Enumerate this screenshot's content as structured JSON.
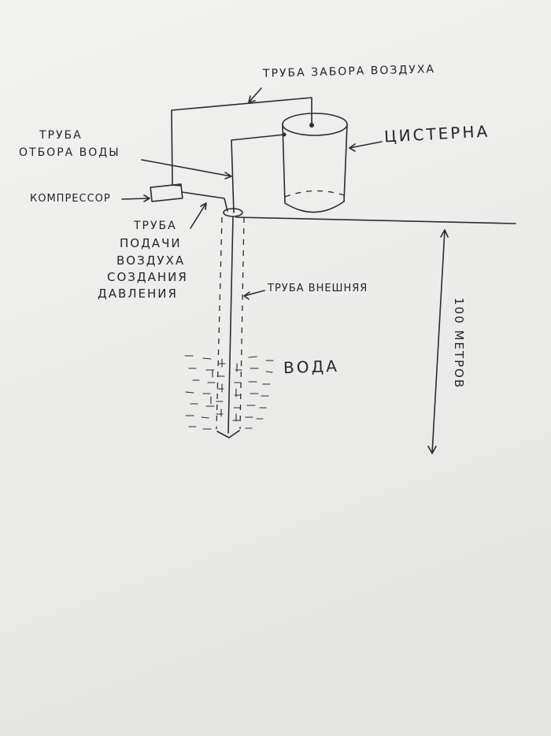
{
  "labels": {
    "air_intake_pipe": "ТРУБА ЗАБОРА ВОЗДУХА",
    "tank": "ЦИСТЕРНА",
    "water_outlet_pipe_line1": "ТРУБА",
    "water_outlet_pipe_line2": "ОТБОРА ВОДЫ",
    "compressor": "КОМПРЕССОР",
    "air_supply_pipe_line1": "ТРУБА",
    "air_supply_pipe_line2": "ПОДАЧИ",
    "air_supply_pipe_line3": "ВОЗДУХА",
    "air_supply_pipe_line4": "СОЗДАНИЯ",
    "air_supply_pipe_line5": "ДАВЛЕНИЯ",
    "outer_pipe": "ТРУБА ВНЕШНЯЯ",
    "water": "ВОДА",
    "depth": "100 МЕТРОВ"
  }
}
